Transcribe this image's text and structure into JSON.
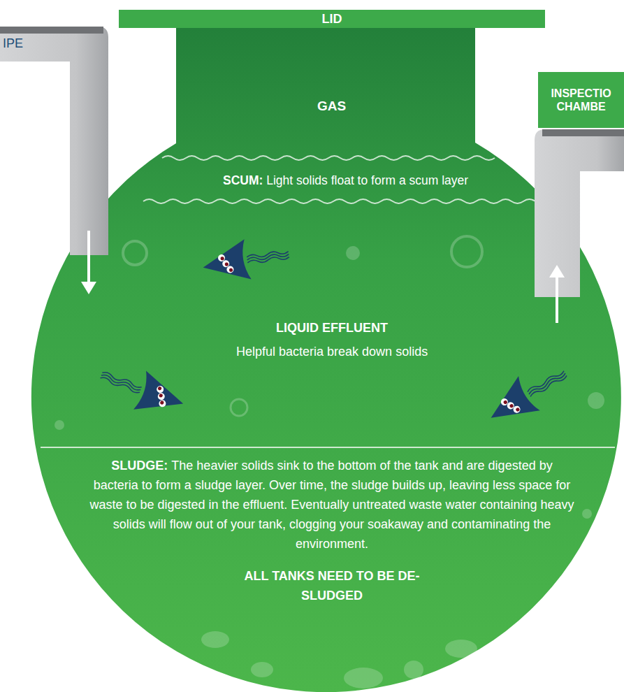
{
  "diagram": {
    "nodes": [
      {
        "text": [
          "LID"
        ]
      },
      {
        "text": [
          "GAS"
        ]
      },
      {
        "text": [
          "INSPECTIO CHAMBE"
        ]
      },
      {
        "text": [
          "SCUM:",
          "Light solids float to form a scum layer"
        ]
      },
      {
        "text": [
          "LIQUID EFFLUENT",
          "Helpful bacteria break down solids"
        ]
      },
      {
        "text": [
          "SLUDGE:",
          "The heavier solids sink to the bottom of the tank and are digested by bacteria to form a sludge layer. Over time, the sludge builds up, leaving less space for waste to be digested in the effluent. Eventually untreated waste water containing heavy solids will flow out of your tank, clogging your soakaway and contaminating the environment.",
          "ALL TANKS NEED TO BE DE-SLUDGED"
        ]
      }
    ],
    "labels": [
      "IPE"
    ]
  }
}
